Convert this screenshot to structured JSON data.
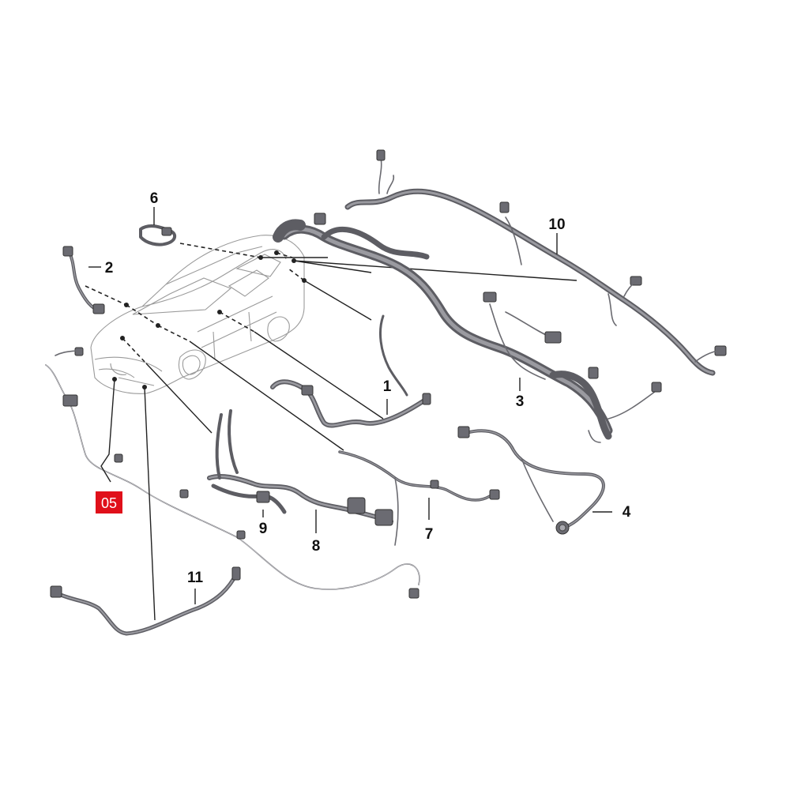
{
  "callouts": {
    "c1": "1",
    "c2": "2",
    "c3": "3",
    "c4": "4",
    "c5": "05",
    "c6": "6",
    "c7": "7",
    "c8": "8",
    "c9": "9",
    "c10": "10",
    "c11": "11"
  },
  "colors": {
    "highlight": "#e0101a",
    "harness": "#5d5d63",
    "car_outline": "#9a9a9a"
  }
}
